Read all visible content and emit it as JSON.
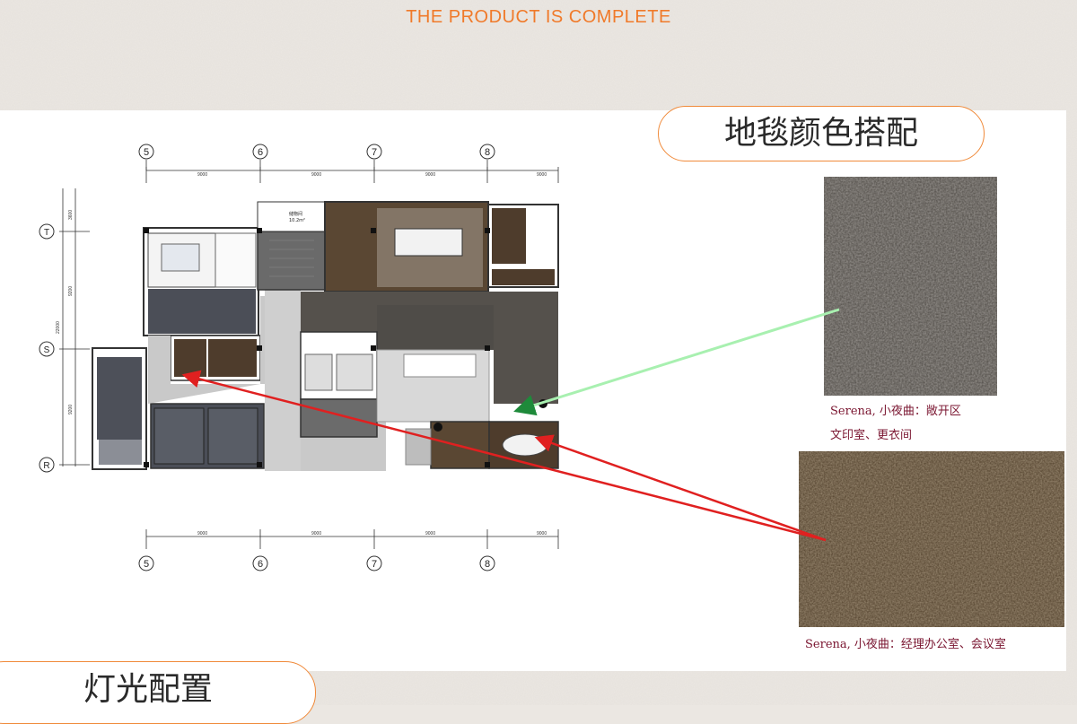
{
  "header": {
    "title": "THE PRODUCT IS COMPLETE"
  },
  "carpet_section": {
    "heading": "地毯颜色搭配",
    "swatches": [
      {
        "name": "swatch-grey",
        "caption_line1": "Serena, 小夜曲：敞开区",
        "caption_line2": "文印室、更衣间",
        "color": "#5a5651"
      },
      {
        "name": "swatch-brown",
        "caption_line1": "Serena, 小夜曲：经理办公室、会议室",
        "color": "#5b4a35"
      }
    ]
  },
  "lighting_section": {
    "heading": "灯光配置"
  },
  "floor_plan": {
    "grid_columns_top": [
      "5",
      "6",
      "7",
      "8"
    ],
    "grid_columns_bottom": [
      "5",
      "6",
      "7",
      "8"
    ],
    "grid_rows": [
      "T",
      "S",
      "R"
    ],
    "dimensions_top": [
      "9000",
      "9000",
      "9000",
      "9000"
    ],
    "dimensions_bottom": [
      "9000",
      "9000",
      "9000",
      "9000"
    ],
    "dimensions_left": [
      "3600",
      "9200",
      "22000",
      "9200"
    ],
    "room_label": "储物间",
    "room_area": "10.2m²"
  },
  "colors": {
    "accent": "#f07a2a",
    "arrow_red": "#e02020",
    "arrow_green": "#a8f0b0",
    "caption": "#7a1530"
  }
}
